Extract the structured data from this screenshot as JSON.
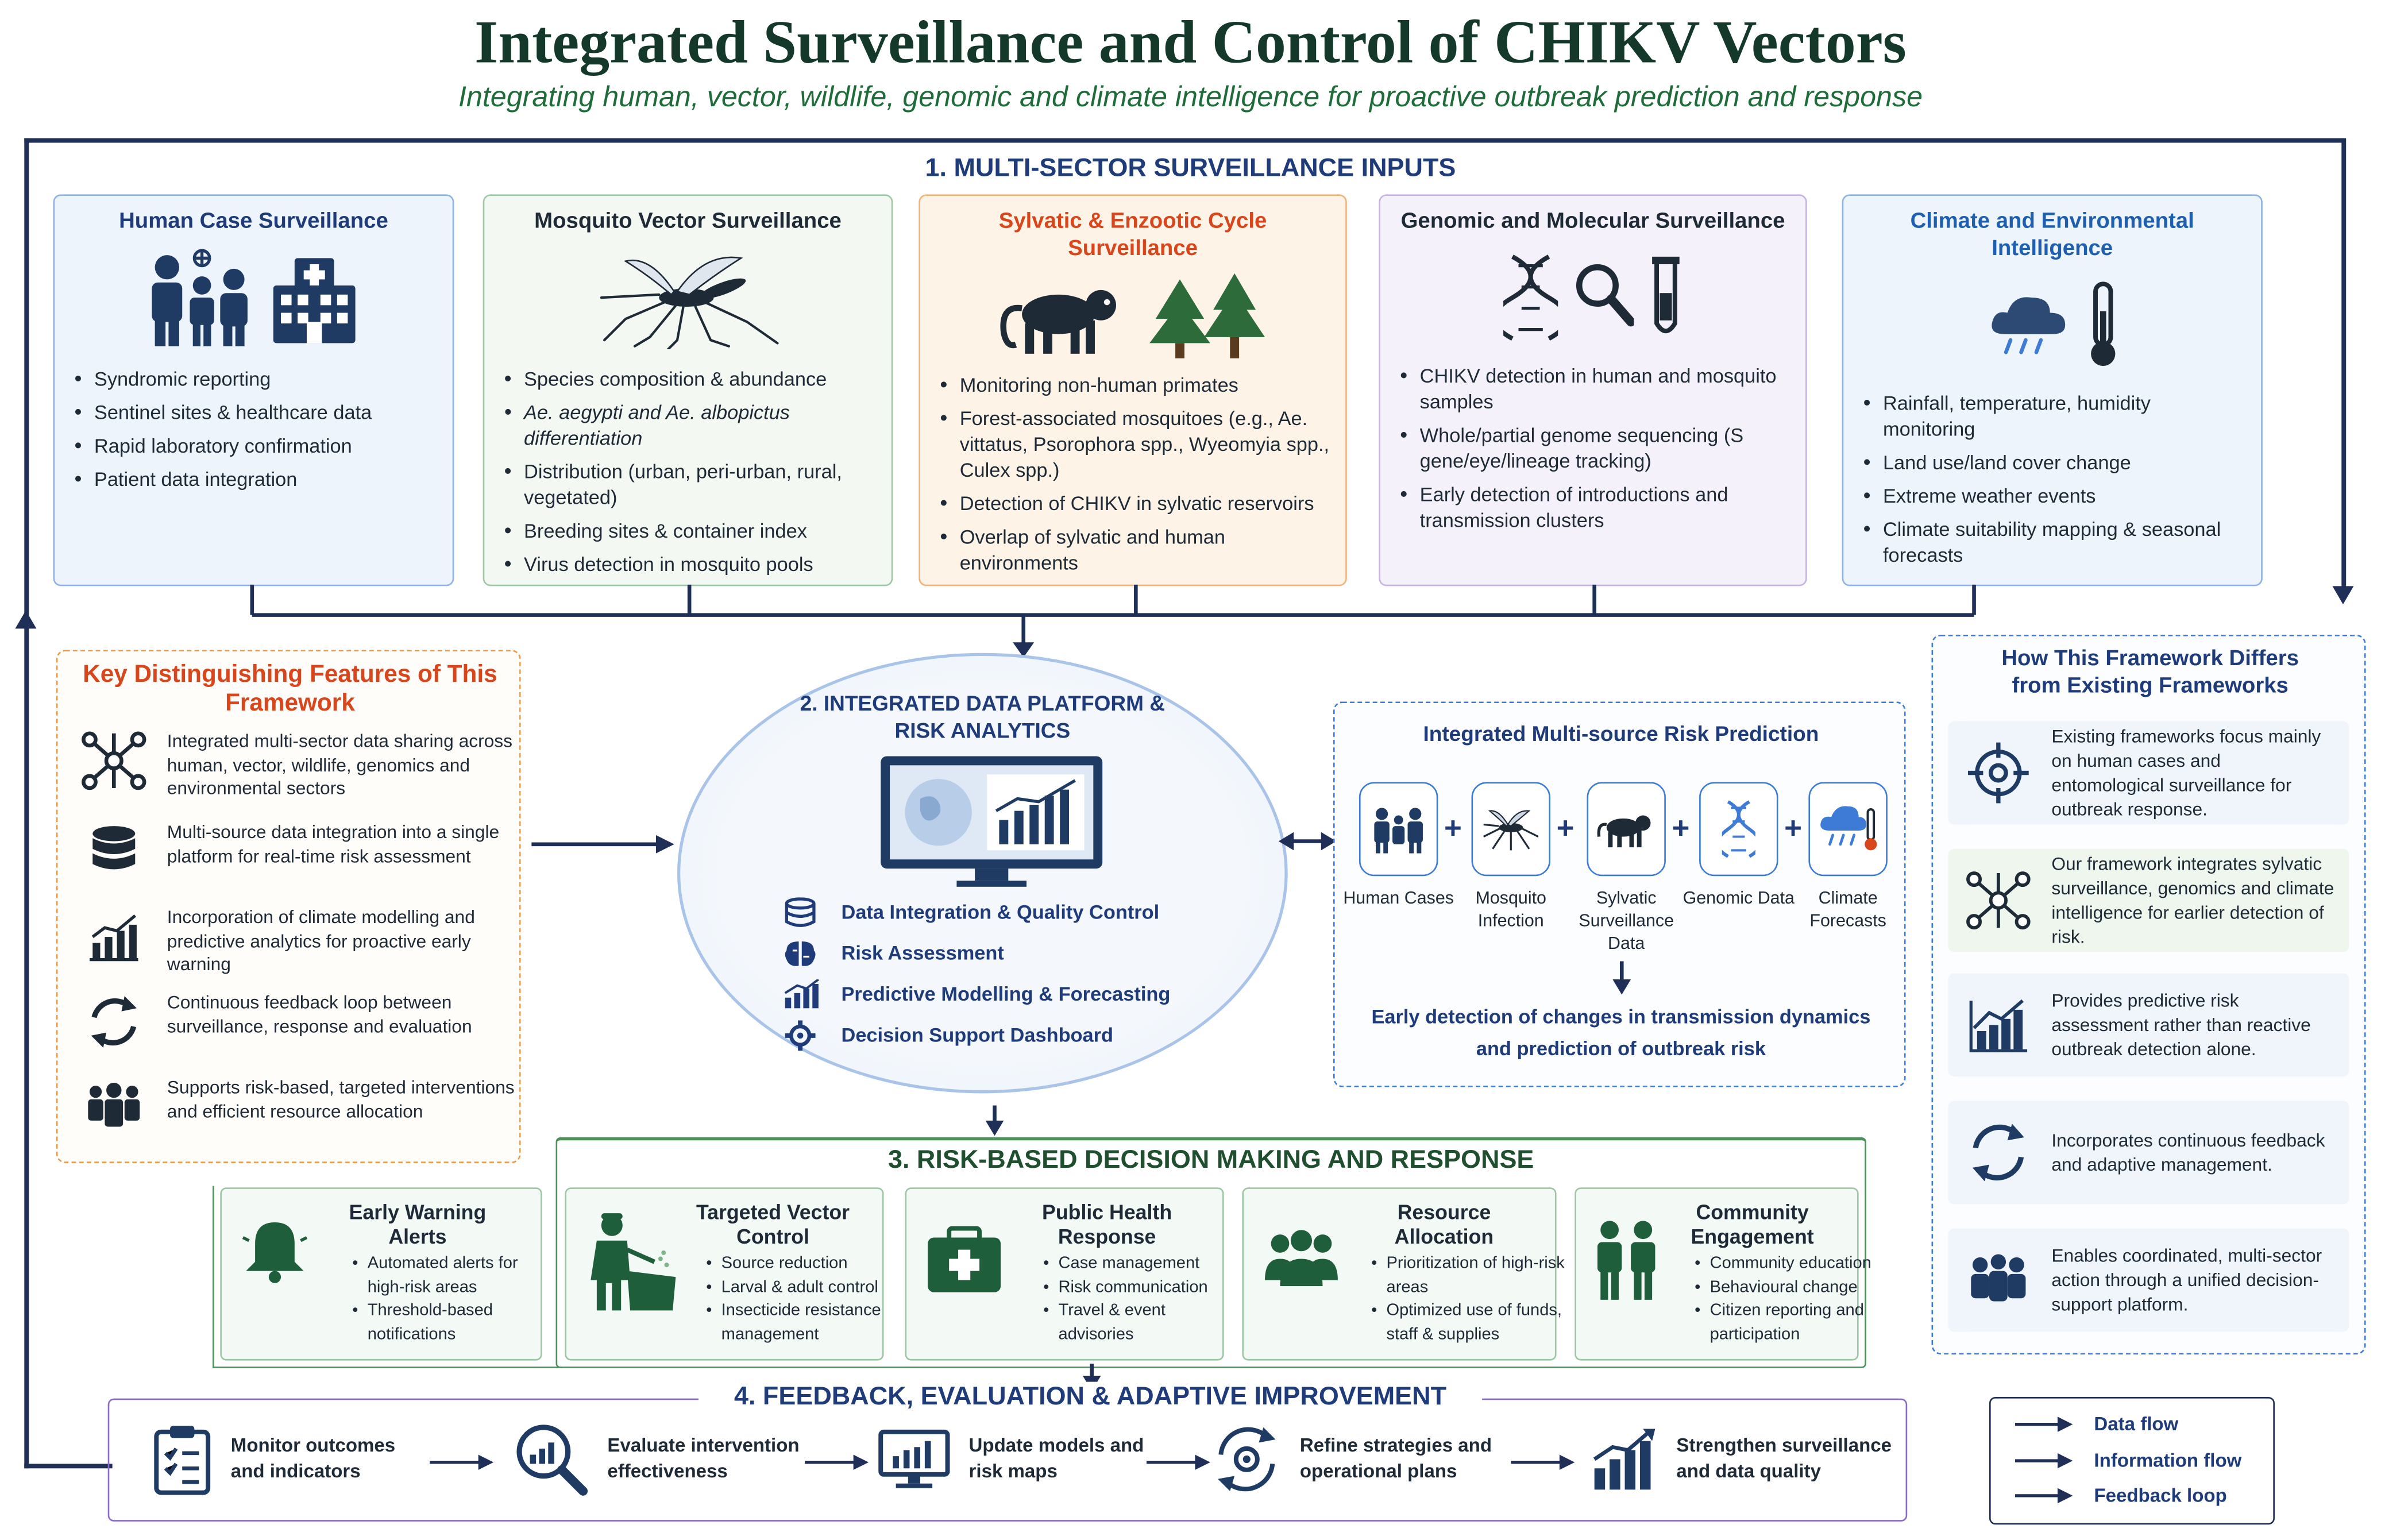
{
  "header": {
    "title": "Integrated Surveillance and Control of CHIKV Vectors",
    "subtitle": "Integrating human, vector, wildlife, genomic and climate intelligence for proactive outbreak prediction and response"
  },
  "section1": {
    "heading": "1. MULTI-SECTOR SURVEILLANCE INPUTS",
    "cards": [
      {
        "title": "Human Case Surveillance",
        "icons": [
          "family-icon",
          "hospital-icon"
        ],
        "bullets": [
          "Syndromic reporting",
          "Sentinel sites & healthcare data",
          "Rapid laboratory confirmation",
          "Patient data integration"
        ]
      },
      {
        "title": "Mosquito Vector Surveillance",
        "icons": [
          "mosquito-icon"
        ],
        "bullets": [
          "Species composition & abundance",
          "Ae. aegypti and Ae. albopictus differentiation",
          "Distribution (urban, peri-urban, rural, vegetated)",
          "Breeding sites & container index",
          "Virus detection in mosquito pools"
        ]
      },
      {
        "title": "Sylvatic & Enzootic Cycle Surveillance",
        "icons": [
          "monkey-icon",
          "trees-icon"
        ],
        "bullets": [
          "Monitoring non-human primates",
          "Forest-associated mosquitoes (e.g., Ae. vittatus, Psorophora spp., Wyeomyia spp., Culex spp.)",
          "Detection of CHIKV in sylvatic reservoirs",
          "Overlap of sylvatic and human environments"
        ]
      },
      {
        "title": "Genomic and Molecular Surveillance",
        "icons": [
          "dna-icon",
          "magnifier-icon",
          "test-tube-icon"
        ],
        "bullets": [
          "CHIKV detection in human and mosquito samples",
          "Whole/partial genome sequencing (S gene/eye/lineage tracking)",
          "Early detection of introductions and transmission clusters"
        ]
      },
      {
        "title": "Climate and Environmental Intelligence",
        "icons": [
          "rain-cloud-icon",
          "thermometer-icon"
        ],
        "bullets": [
          "Rainfall, temperature, humidity monitoring",
          "Land use/land cover change",
          "Extreme weather events",
          "Climate suitability mapping & seasonal forecasts"
        ]
      }
    ]
  },
  "features": {
    "title": "Key Distinguishing Features of This Framework",
    "items": [
      {
        "icon": "network-icon",
        "text": "Integrated multi-sector data sharing across human, vector, wildlife, genomics and environmental sectors"
      },
      {
        "icon": "database-icon",
        "text": "Multi-source data integration into a single platform for real-time risk assessment"
      },
      {
        "icon": "chart-icon",
        "text": "Incorporation of climate modelling and predictive analytics for proactive early warning"
      },
      {
        "icon": "cycle-icon",
        "text": "Continuous feedback loop between surveillance, response and evaluation"
      },
      {
        "icon": "people-icon",
        "text": "Supports risk-based, targeted interventions and efficient resource allocation"
      }
    ]
  },
  "platform": {
    "title": "2. INTEGRATED DATA PLATFORM & RISK ANALYTICS",
    "items": [
      {
        "icon": "database-icon",
        "label": "Data Integration & Quality Control"
      },
      {
        "icon": "brain-icon",
        "label": "Risk Assessment"
      },
      {
        "icon": "chart-icon",
        "label": "Predictive Modelling & Forecasting"
      },
      {
        "icon": "gear-icon",
        "label": "Decision Support Dashboard"
      }
    ]
  },
  "risk": {
    "title": "Integrated Multi-source Risk Prediction",
    "sources": [
      {
        "icon": "family-icon",
        "label": "Human Cases"
      },
      {
        "icon": "mosquito-icon",
        "label": "Mosquito Infection"
      },
      {
        "icon": "monkey-icon",
        "label": "Sylvatic Surveillance Data"
      },
      {
        "icon": "dna-icon",
        "label": "Genomic Data"
      },
      {
        "icon": "rain-cloud-icon",
        "label": "Climate Forecasts"
      }
    ],
    "plus": "+",
    "outcome": "Early detection of changes in transmission dynamics and prediction of outbreak risk"
  },
  "differs": {
    "title": "How This Framework Differs from Existing Frameworks",
    "items": [
      {
        "icon": "target-icon",
        "text": "Existing frameworks focus mainly on human cases and entomological surveillance for outbreak response."
      },
      {
        "icon": "network-icon",
        "text": "Our framework integrates sylvatic surveillance, genomics and climate intelligence for earlier detection of risk."
      },
      {
        "icon": "chart-icon",
        "text": "Provides predictive risk assessment rather than reactive outbreak detection alone."
      },
      {
        "icon": "cycle-icon",
        "text": "Incorporates continuous feedback and adaptive management."
      },
      {
        "icon": "people-icon",
        "text": "Enables coordinated, multi-sector action through a unified decision-support platform."
      }
    ]
  },
  "section3": {
    "heading": "3. RISK-BASED DECISION MAKING AND RESPONSE",
    "cards": [
      {
        "title": "Early Warning Alerts",
        "icon": "bell-icon",
        "bullets": [
          "Automated alerts for high-risk areas",
          "Threshold-based notifications"
        ]
      },
      {
        "title": "Targeted Vector Control",
        "icon": "sprayer-icon",
        "bullets": [
          "Source reduction",
          "Larval & adult control",
          "Insecticide resistance management"
        ]
      },
      {
        "title": "Public Health Response",
        "icon": "first-aid-icon",
        "bullets": [
          "Case management",
          "Risk communication",
          "Travel & event advisories"
        ]
      },
      {
        "title": "Resource Allocation",
        "icon": "group-icon",
        "bullets": [
          "Prioritization of high-risk areas",
          "Optimized use of funds, staff & supplies"
        ]
      },
      {
        "title": "Community Engagement",
        "icon": "couple-icon",
        "bullets": [
          "Community education",
          "Behavioural change",
          "Citizen reporting and participation"
        ]
      }
    ]
  },
  "section4": {
    "heading": "4. FEEDBACK, EVALUATION & ADAPTIVE IMPROVEMENT",
    "steps": [
      {
        "icon": "clipboard-icon",
        "label": "Monitor outcomes and indicators"
      },
      {
        "icon": "magnifier-chart-icon",
        "label": "Evaluate intervention effectiveness"
      },
      {
        "icon": "monitor-chart-icon",
        "label": "Update models and risk maps"
      },
      {
        "icon": "gear-cycle-icon",
        "label": "Refine strategies and operational plans"
      },
      {
        "icon": "bar-chart-icon",
        "label": "Strengthen surveillance and data quality"
      }
    ]
  },
  "legend": {
    "items": [
      {
        "icon": "arrow-icon",
        "label": "Data flow"
      },
      {
        "icon": "arrow-icon",
        "label": "Information flow"
      },
      {
        "icon": "arrow-icon",
        "label": "Feedback loop"
      }
    ]
  },
  "colors": {
    "navy": "#1f2f57",
    "section_blue": "#1f3b7a",
    "orange_title": "#d9461c",
    "green_dark": "#1f5e3a",
    "teal_icon": "#1f4f46"
  }
}
